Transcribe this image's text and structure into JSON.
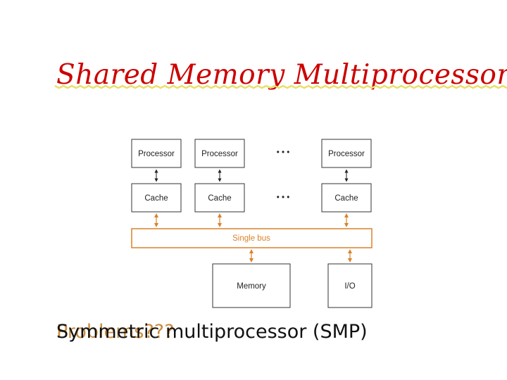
{
  "slide": {
    "title": "Shared Memory Multiprocessors",
    "caption": "Symmetric multiprocessor (SMP)",
    "overlay_caption": "Problems???"
  },
  "diagram": {
    "processor_labels": [
      "Processor",
      "Processor",
      "Processor"
    ],
    "cache_labels": [
      "Cache",
      "Cache",
      "Cache"
    ],
    "ellipsis_top": "• • •",
    "ellipsis_mid": "• • •",
    "bus_label": "Single bus",
    "memory_label": "Memory",
    "io_label": "I/O"
  },
  "colors": {
    "title": "#cc0000",
    "bus": "#d9822b",
    "box_stroke": "#333333",
    "rule": "#e8df6a"
  }
}
